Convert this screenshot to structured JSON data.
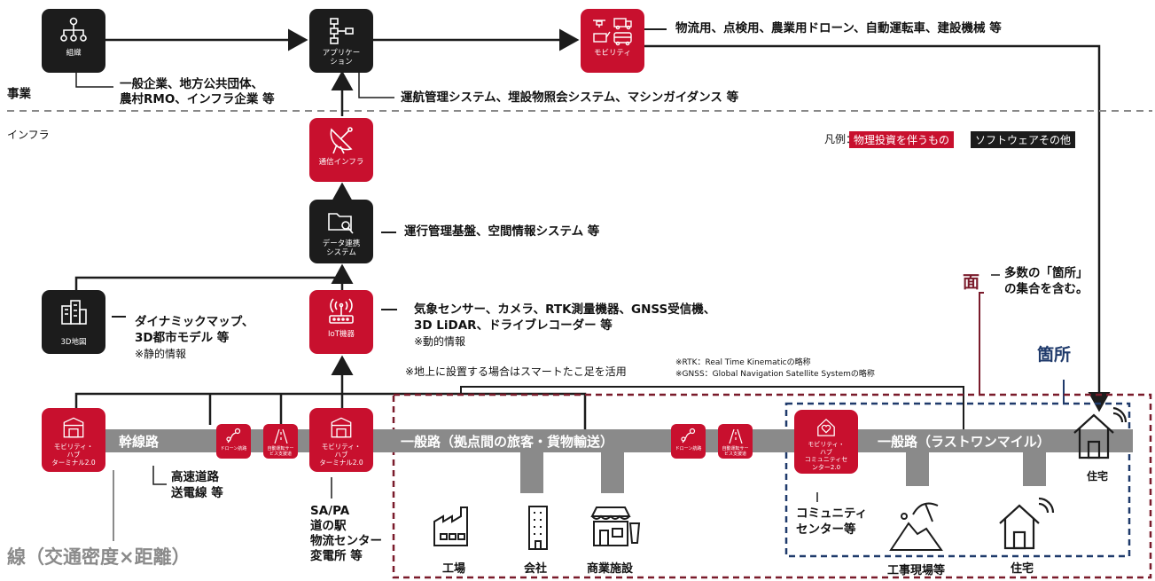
{
  "sections": {
    "business": "事業",
    "infra": "インフラ"
  },
  "legend": {
    "prefix": "凡例：",
    "red": "物理投資を伴うもの",
    "black": "ソフトウェアその他"
  },
  "nodes": {
    "org": "組織",
    "app": "アプリケー\nション",
    "mobility": "モビリティ",
    "comm": "通信インフラ",
    "data": "データ連携\nシステム",
    "map3d": "3D地図",
    "iot": "IoT機器",
    "hub1": "モビリティ・\nハブ\nターミナル2.0",
    "drone1": "ドローン航路",
    "auto1": "自動運転サー\nビス支援道",
    "hub2": "モビリティ・\nハブ\nターミナル2.0",
    "drone2": "ドローン航路",
    "auto2": "自動運転サー\nビス支援道",
    "hub3": "モビリティ・\nハブ\nコミュニティセ\nンター2.0"
  },
  "labels": {
    "org_desc_1": "一般企業、地方公共団体、",
    "org_desc_2": "農村RMO、インフラ企業 等",
    "app_desc": "運航管理システム、埋設物照会システム、マシンガイダンス 等",
    "mobility_desc": "物流用、点検用、農業用ドローン、自動運転車、建設機械 等",
    "data_desc": "運行管理基盤、空間情報システム 等",
    "map_desc_1": "ダイナミックマップ、",
    "map_desc_2": "3D都市モデル 等",
    "map_desc_3": "※静的情報",
    "iot_desc_1": "気象センサー、カメラ、RTK測量機器、GNSS受信機、",
    "iot_desc_2": "3D LiDAR、ドライブレコーダー 等",
    "iot_desc_3": "※動的情報",
    "iot_note": "※地上に設置する場合はスマートたこ足を活用",
    "rtk_note": "※RTK：Real Time Kinematicの略称",
    "gnss_note": "※GNSS：Global Navigation Satellite Systemの略称",
    "trunk": "幹線路",
    "trunk_desc_1": "高速道路",
    "trunk_desc_2": "送電線 等",
    "hub2_desc_1": "SA/PA",
    "hub2_desc_2": "道の駅",
    "hub2_desc_3": "物流センター",
    "hub2_desc_4": "変電所 等",
    "general_road": "一般路（拠点間の旅客・貨物輸送）",
    "lastmile_road": "一般路（ラストワンマイル）",
    "community_1": "コミュニティ",
    "community_2": "センター等",
    "men_char": "面",
    "men_desc_1": "多数の「箇所」",
    "men_desc_2": "の集合を含む。",
    "kasho": "箇所",
    "line_label": "線（交通密度×距離）",
    "factory": "工場",
    "company": "会社",
    "commercial": "商業施設",
    "construction": "工事現場等",
    "house1": "住宅",
    "house2": "住宅"
  }
}
